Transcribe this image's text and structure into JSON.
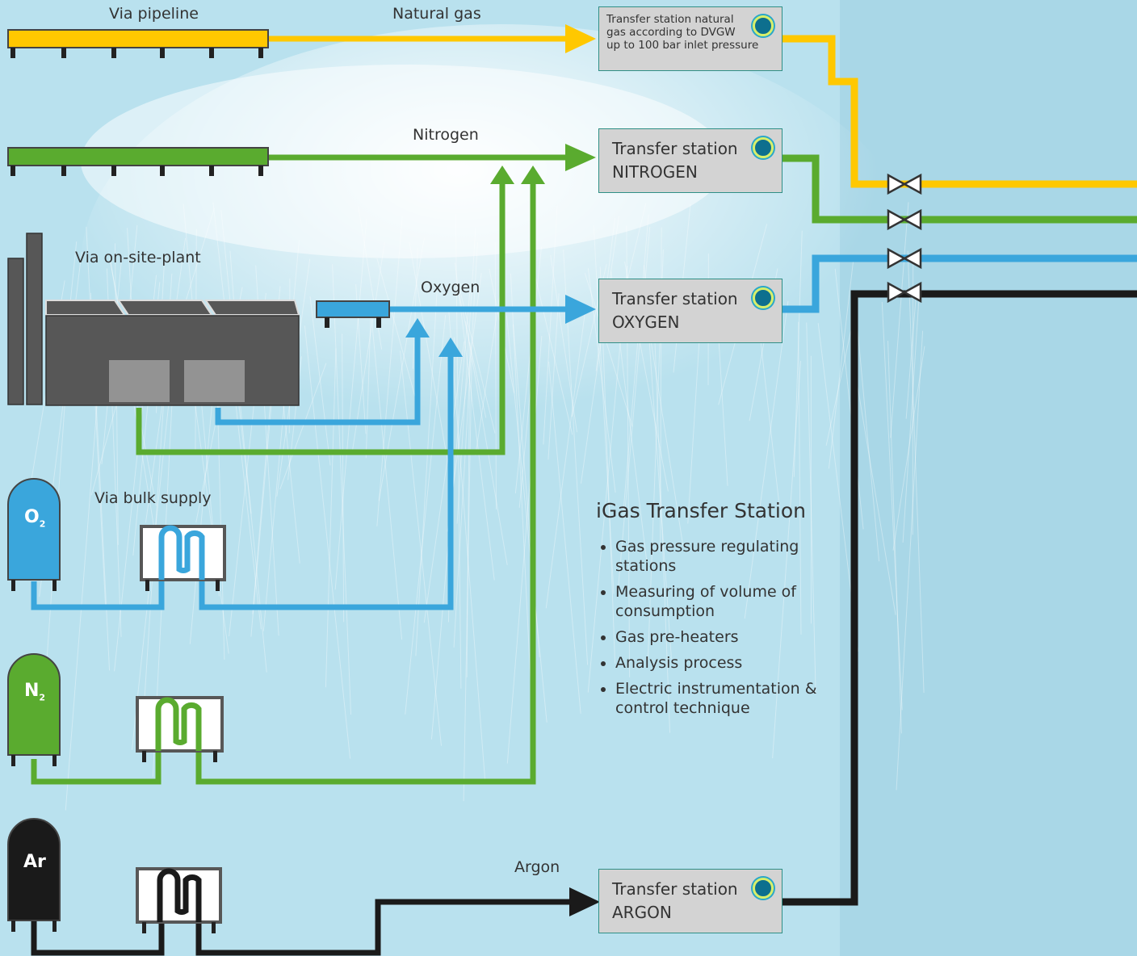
{
  "labels": {
    "via_pipeline": "Via pipeline",
    "natural_gas": "Natural gas",
    "nitrogen": "Nitrogen",
    "via_onsite_plant": "Via on-site-plant",
    "oxygen": "Oxygen",
    "via_bulk_supply": "Via bulk supply",
    "argon": "Argon"
  },
  "tanks": {
    "o2": {
      "symbol": "O",
      "sub": "2"
    },
    "n2": {
      "symbol": "N",
      "sub": "2"
    },
    "ar": {
      "symbol": "Ar"
    }
  },
  "stations": {
    "natural_gas": {
      "line1": "Transfer station natural",
      "line2": "gas according to DVGW",
      "line3": "up to 100 bar inlet pressure"
    },
    "nitrogen": {
      "line1": "Transfer station",
      "line2": "NITROGEN"
    },
    "oxygen": {
      "line1": "Transfer station",
      "line2": "OXYGEN"
    },
    "argon": {
      "line1": "Transfer station",
      "line2": "ARGON"
    }
  },
  "info": {
    "title": "iGas Transfer Station",
    "items": [
      "Gas pressure regulating stations",
      "Measuring of volume of consumption",
      "Gas pre-heaters",
      "Analysis process",
      "Electric instrumentation & control technique"
    ]
  },
  "colors": {
    "natural_gas": "#ffc800",
    "nitrogen": "#5aab2f",
    "oxygen": "#3aa6dc",
    "argon": "#1a1a1a",
    "plant": "#575757",
    "background": "#b9e1ee"
  }
}
